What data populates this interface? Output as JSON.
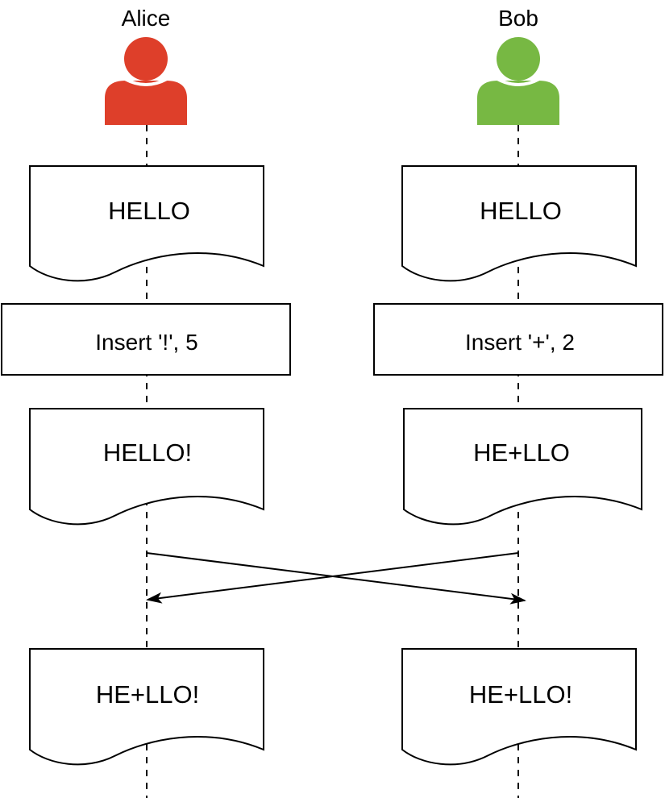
{
  "actors": [
    {
      "name": "Alice",
      "color": "#de3f2a"
    },
    {
      "name": "Bob",
      "color": "#77b843"
    }
  ],
  "alice": {
    "doc_initial": "HELLO",
    "operation": "Insert '!', 5",
    "doc_after_local": "HELLO!",
    "doc_final": "HE+LLO!"
  },
  "bob": {
    "doc_initial": "HELLO",
    "operation": "Insert '+', 2",
    "doc_after_local": "HE+LLO",
    "doc_final": "HE+LLO!"
  }
}
